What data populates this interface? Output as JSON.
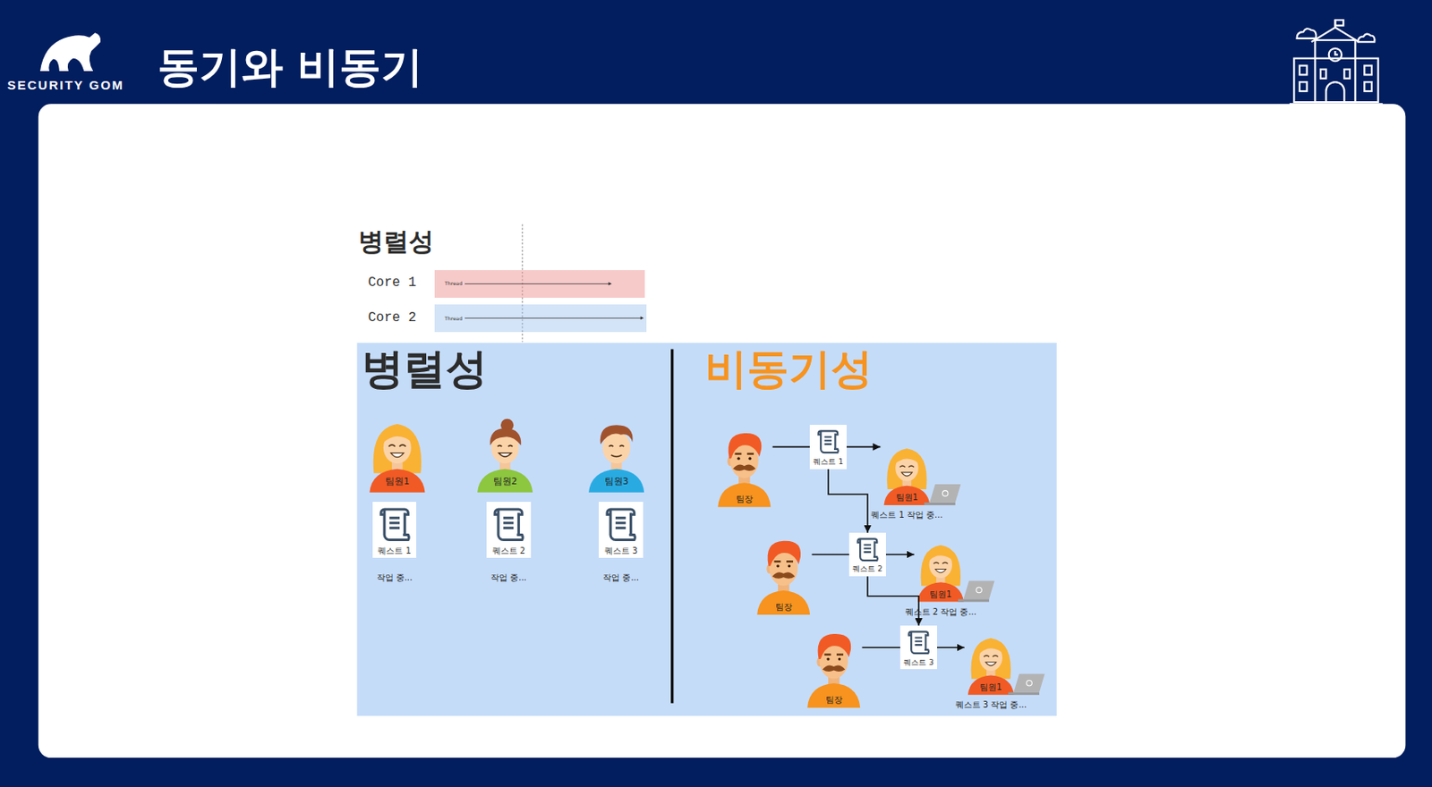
{
  "diagram": {
    "title": "동기와 비동기",
    "nodes": [
      {
        "text": [
          "병렬성"
        ]
      },
      {
        "text": [
          "Core 1",
          "Thread"
        ],
        "in": 0
      },
      {
        "text": [
          "Core 2",
          "Thread"
        ],
        "in": 0
      },
      {
        "text": [
          "병렬성",
          "비동기성"
        ]
      },
      {
        "text": [
          "팀원1"
        ],
        "in": 3
      },
      {
        "text": [
          "팀원2"
        ],
        "in": 3
      },
      {
        "text": [
          "팀원3"
        ],
        "in": 3
      },
      {
        "text": [
          "퀘스트 1"
        ],
        "in": 3
      },
      {
        "text": [
          "퀘스트 2"
        ],
        "in": 3
      },
      {
        "text": [
          "퀘스트 3"
        ],
        "in": 3
      },
      {
        "text": [
          "팀장"
        ],
        "in": 3
      },
      {
        "text": [
          "퀘스트 1"
        ],
        "in": 3
      },
      {
        "text": [
          "팀원1",
          "퀘스트 1 작업 중..."
        ],
        "in": 3
      },
      {
        "text": [
          "팀장"
        ],
        "in": 3
      },
      {
        "text": [
          "퀘스트 2"
        ],
        "in": 3
      },
      {
        "text": [
          "팀원1",
          "퀘스트 2 작업 중..."
        ],
        "in": 3
      },
      {
        "text": [
          "팀장"
        ],
        "in": 3
      },
      {
        "text": [
          "퀘스트 3"
        ],
        "in": 3
      },
      {
        "text": [
          "팀원1",
          "퀘스트 3 작업 중..."
        ],
        "in": 3
      }
    ],
    "edges": [
      {
        "from": 10,
        "to": 11,
        "arrow": "none"
      },
      {
        "from": 11,
        "to": 12,
        "arrow": "to"
      },
      {
        "from": 11,
        "to": 14,
        "arrow": "to"
      },
      {
        "from": 13,
        "to": 14,
        "arrow": "none"
      },
      {
        "from": 14,
        "to": 15,
        "arrow": "to"
      },
      {
        "from": 14,
        "to": 17,
        "arrow": "to"
      },
      {
        "from": 16,
        "to": 17,
        "arrow": "none"
      },
      {
        "from": 17,
        "to": 18,
        "arrow": "to"
      }
    ],
    "labels": [
      "SECURITY GOM",
      "작업 중...",
      "작업 중...",
      "작업 중..."
    ]
  }
}
